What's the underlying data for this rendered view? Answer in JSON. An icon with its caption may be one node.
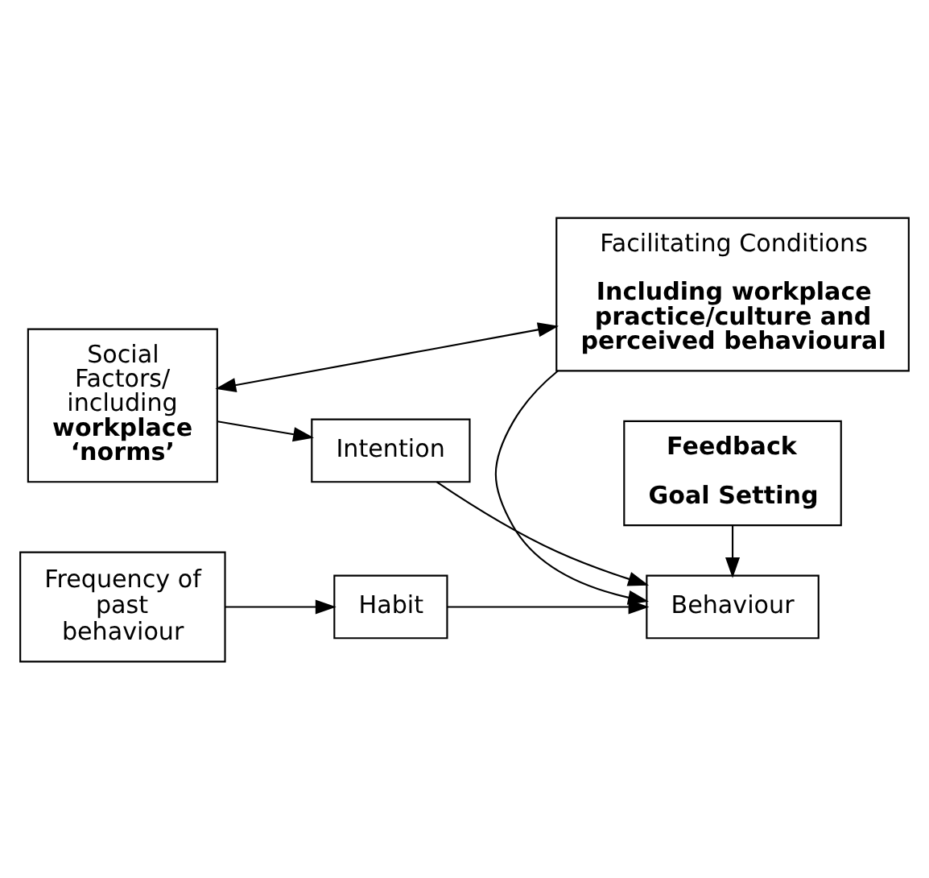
{
  "diagram": {
    "nodes": [
      {
        "text": [
          "Social Factors/ including **workplace ‘norms’**"
        ]
      },
      {
        "text": [
          "Facilitating Conditions",
          "Including workplace practice/culture and perceived behavioural"
        ]
      },
      {
        "text": [
          "Intention"
        ]
      },
      {
        "text": [
          "Frequency of past behaviour"
        ]
      },
      {
        "text": [
          "Habit"
        ]
      },
      {
        "text": [
          "Behaviour"
        ]
      },
      {
        "text": [
          "Feedback",
          "Goal Setting"
        ]
      }
    ],
    "edges": [
      {
        "from": 0,
        "to": 2,
        "arrow": "to"
      },
      {
        "from": 0,
        "to": 1,
        "arrow": "both"
      },
      {
        "from": 3,
        "to": 4,
        "arrow": "to"
      },
      {
        "from": 2,
        "to": 5,
        "arrow": "to"
      },
      {
        "from": 4,
        "to": 5,
        "arrow": "to"
      },
      {
        "from": 1,
        "to": 5,
        "arrow": "to"
      },
      {
        "from": 6,
        "to": 5,
        "arrow": "to"
      }
    ]
  }
}
